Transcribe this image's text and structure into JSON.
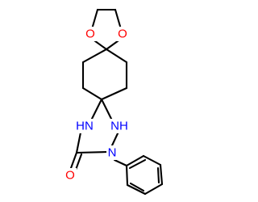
{
  "colors": {
    "bond": "#000000",
    "oxygen": "#ff0000",
    "nitrogen": "#0000ff"
  },
  "atoms": {
    "o_top_left": "O",
    "o_top_right": "O",
    "nh_left": "HN",
    "nh_right": "NH",
    "n_ring": "N",
    "o_carbonyl": "O"
  }
}
